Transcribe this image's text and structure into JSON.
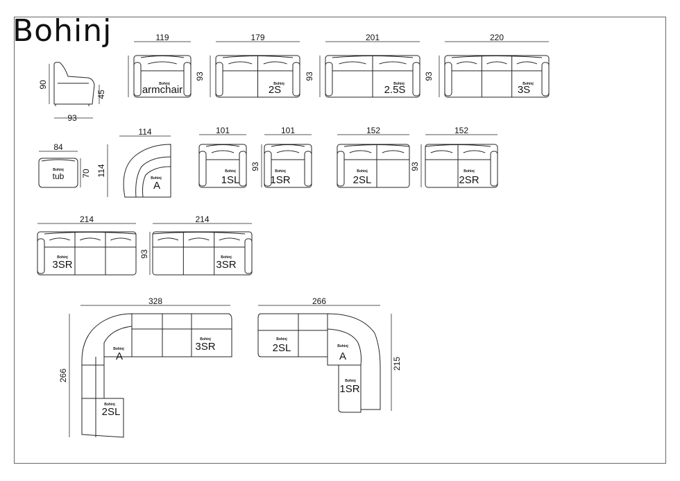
{
  "title": "Bohinj",
  "brand": "Bohinj",
  "side_view": {
    "width": "93",
    "height": "90",
    "seat_height": "45"
  },
  "tub": {
    "width": "84",
    "depth": "70",
    "label": "tub"
  },
  "corner": {
    "width": "114",
    "depth": "114",
    "label": "A"
  },
  "row1": [
    {
      "width": "119",
      "label": "armchair"
    },
    {
      "width": "179",
      "label": "2S"
    },
    {
      "width": "201",
      "label": "2.5S"
    },
    {
      "width": "220",
      "label": "3S"
    }
  ],
  "row1_depth": "93",
  "row2": [
    {
      "width": "101",
      "label": "1SL"
    },
    {
      "width": "101",
      "label": "1SR"
    },
    {
      "width": "152",
      "label": "2SL"
    },
    {
      "width": "152",
      "label": "2SR"
    }
  ],
  "row2_depth": "93",
  "row3": [
    {
      "width": "214",
      "label": "3SR"
    },
    {
      "width": "214",
      "label": "3SR"
    }
  ],
  "row3_depth": "93",
  "corner_left": {
    "width": "328",
    "depth": "266",
    "labels": [
      "A",
      "3SR",
      "2SL"
    ]
  },
  "corner_right": {
    "width": "266",
    "depth": "215",
    "labels": [
      "2SL",
      "A",
      "1SR"
    ]
  }
}
